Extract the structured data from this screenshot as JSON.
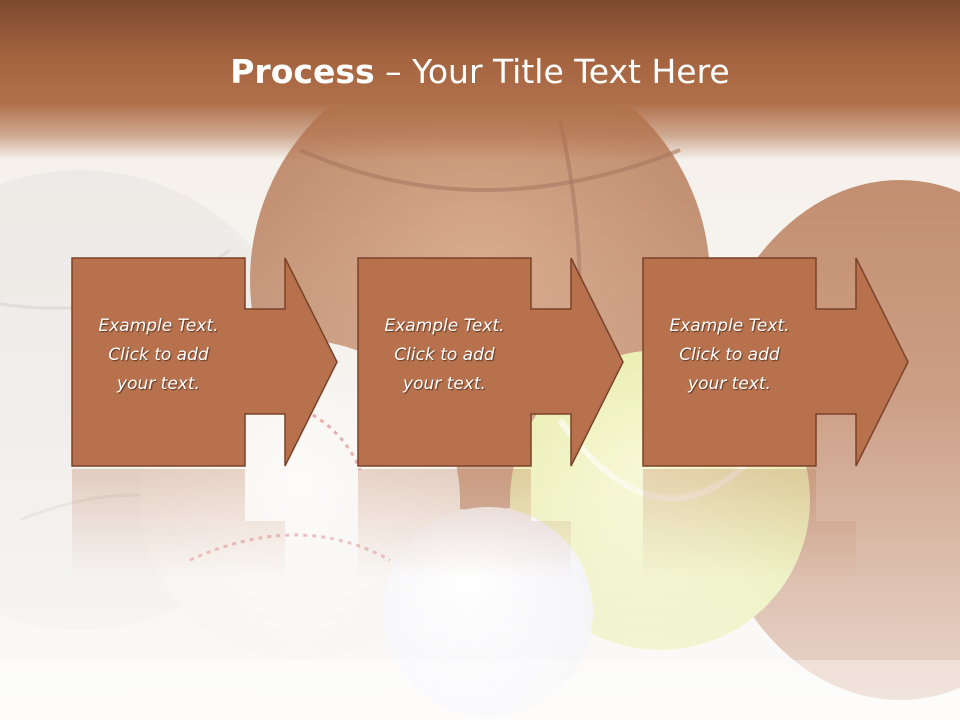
{
  "slide": {
    "title_bold": "Process",
    "title_rest": " – Your Title Text Here"
  },
  "steps": [
    {
      "line1": "Example Text.",
      "line2": "Click  to add",
      "line3": "your text."
    },
    {
      "line1": "Example Text.",
      "line2": "Click  to add",
      "line3": "your text."
    },
    {
      "line1": "Example Text.",
      "line2": "Click  to add",
      "line3": "your text."
    }
  ],
  "colors": {
    "header_brown": "#a4633f",
    "step_fill": "#b7714d",
    "step_border": "#7a4228"
  }
}
